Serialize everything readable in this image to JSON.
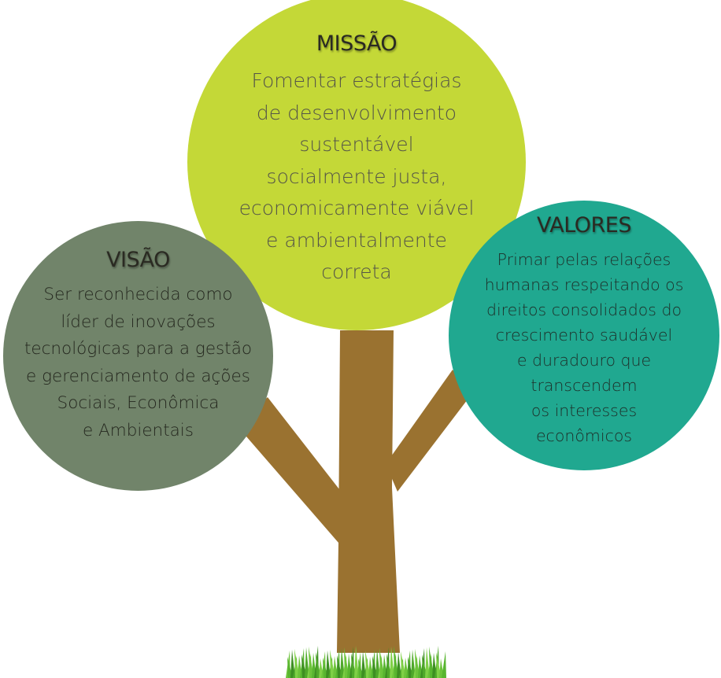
{
  "colors": {
    "missao": "#c4d837",
    "visao": "#71846a",
    "valores": "#20a890",
    "trunk": "#9a7230",
    "grass": "#5cb82e"
  },
  "missao": {
    "title": "MISSÃO",
    "body": "Fomentar estratégias\nde desenvolvimento\nsustentável\nsocialmente justa,\neconomicamente viável\ne ambientalmente\ncorreta"
  },
  "visao": {
    "title": "VISÃO",
    "body": "Ser reconhecida como\nlíder de inovações\ntecnológicas para a gestão\ne gerenciamento de ações\nSociais, Econômica\ne Ambientais"
  },
  "valores": {
    "title": "VALORES",
    "body": "Primar pelas relações\nhumanas respeitando os\ndireitos consolidados do\ncrescimento saudável\ne duradouro que\ntranscendem\nos interesses\neconômicos"
  }
}
